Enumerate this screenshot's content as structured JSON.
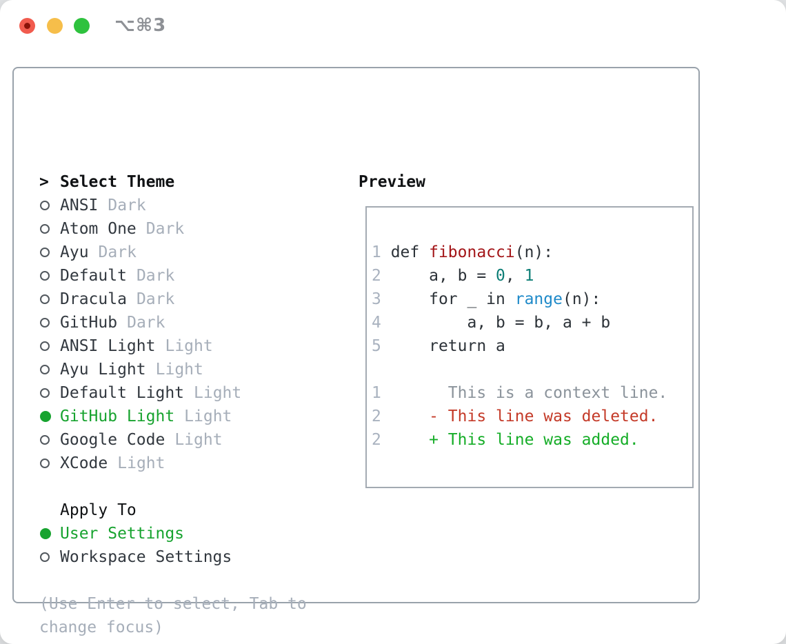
{
  "window": {
    "shortcut_label": "⌥⌘3",
    "traffic_lights": [
      "close",
      "minimize",
      "zoom"
    ]
  },
  "colors": {
    "selection_green": "#17a32f",
    "added_green": "#15ad27",
    "deleted_red": "#c43a28",
    "function_red": "#a31518",
    "builtin_blue": "#1f8ac9",
    "number_teal": "#0d7e76",
    "muted_gray": "#a6aeb9",
    "panel_border": "#99a2ab"
  },
  "theme_picker": {
    "prompt": ">",
    "title": "Select Theme",
    "themes": [
      {
        "name": "ANSI",
        "tag": "Dark",
        "selected": false
      },
      {
        "name": "Atom One",
        "tag": "Dark",
        "selected": false
      },
      {
        "name": "Ayu",
        "tag": "Dark",
        "selected": false
      },
      {
        "name": "Default",
        "tag": "Dark",
        "selected": false
      },
      {
        "name": "Dracula",
        "tag": "Dark",
        "selected": false
      },
      {
        "name": "GitHub",
        "tag": "Dark",
        "selected": false
      },
      {
        "name": "ANSI Light",
        "tag": "Light",
        "selected": false
      },
      {
        "name": "Ayu Light",
        "tag": "Light",
        "selected": false
      },
      {
        "name": "Default Light",
        "tag": "Light",
        "selected": false
      },
      {
        "name": "GitHub Light",
        "tag": "Light",
        "selected": true
      },
      {
        "name": "Google Code",
        "tag": "Light",
        "selected": false
      },
      {
        "name": "XCode",
        "tag": "Light",
        "selected": false
      }
    ],
    "apply_to": {
      "title": "Apply To",
      "options": [
        {
          "name": "User Settings",
          "selected": true
        },
        {
          "name": "Workspace Settings",
          "selected": false
        }
      ]
    },
    "hint_lines": [
      "(Use Enter to select, Tab to",
      "change focus)"
    ]
  },
  "preview": {
    "title": "Preview",
    "lines": [
      [
        {
          "c": "num",
          "t": "1 "
        },
        {
          "c": "code",
          "t": "def "
        },
        {
          "c": "func",
          "t": "fibonacci"
        },
        {
          "c": "code",
          "t": "(n):"
        }
      ],
      [
        {
          "c": "num",
          "t": "2 "
        },
        {
          "c": "code",
          "t": "    a, b = "
        },
        {
          "c": "numlit",
          "t": "0"
        },
        {
          "c": "code",
          "t": ", "
        },
        {
          "c": "numlit",
          "t": "1"
        }
      ],
      [
        {
          "c": "num",
          "t": "3 "
        },
        {
          "c": "code",
          "t": "    for _ in "
        },
        {
          "c": "builtin",
          "t": "range"
        },
        {
          "c": "code",
          "t": "(n):"
        }
      ],
      [
        {
          "c": "num",
          "t": "4 "
        },
        {
          "c": "code",
          "t": "        a, b = b, a + b"
        }
      ],
      [
        {
          "c": "num",
          "t": "5 "
        },
        {
          "c": "code",
          "t": "    return a"
        }
      ],
      [],
      [
        {
          "c": "num",
          "t": "1"
        },
        {
          "c": "ctx",
          "t": "       This is a context line."
        }
      ],
      [
        {
          "c": "num",
          "t": "2"
        },
        {
          "c": "code",
          "t": "     "
        },
        {
          "c": "del",
          "t": "- This line was deleted."
        }
      ],
      [
        {
          "c": "num",
          "t": "2"
        },
        {
          "c": "code",
          "t": "     "
        },
        {
          "c": "add",
          "t": "+ This line was added."
        }
      ]
    ]
  }
}
